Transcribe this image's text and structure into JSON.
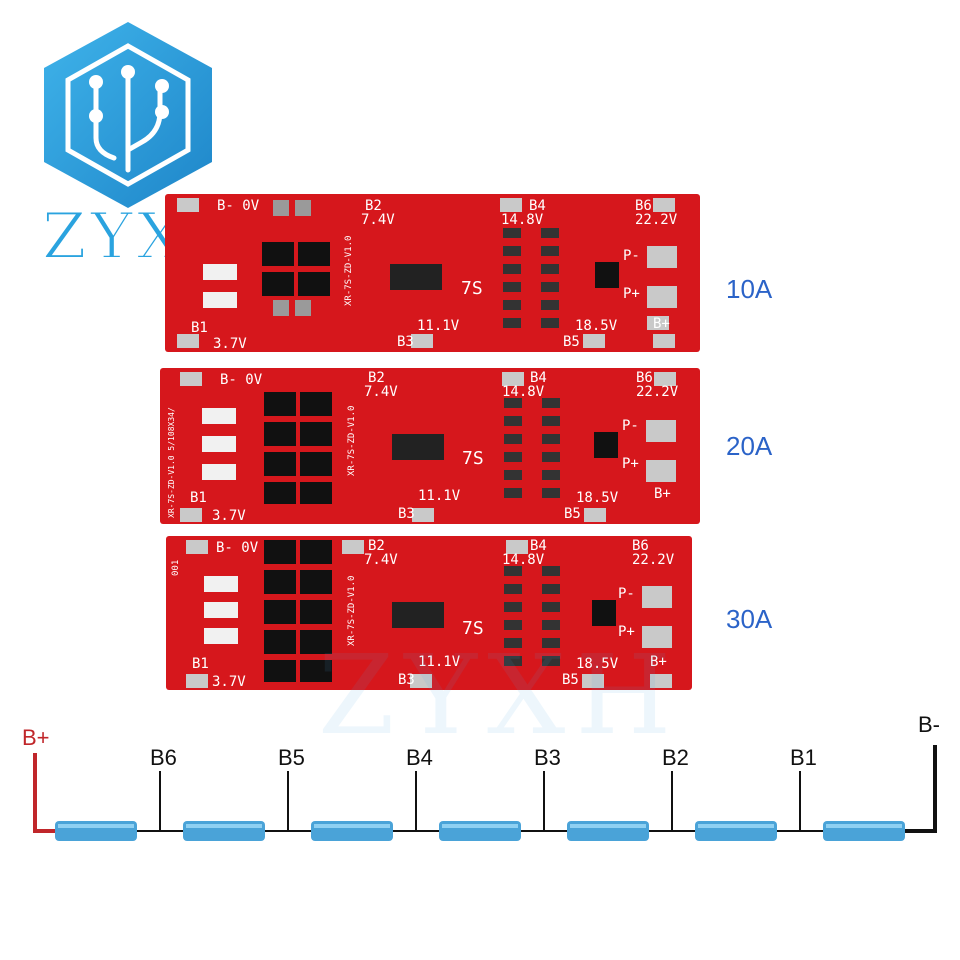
{
  "brand": {
    "name": "ZYXH",
    "watermark": "ZYXH"
  },
  "boards": [
    {
      "rating": "10A",
      "top_labels": [
        "B- 0V",
        "B2",
        "7.4V",
        "B4",
        "14.8V",
        "B6",
        "22.2V"
      ],
      "bottom_labels": [
        "B1",
        "3.7V",
        "B3",
        "11.1V",
        "18.5V",
        "B5"
      ],
      "right_labels": [
        "P-",
        "P+",
        "B+"
      ],
      "chip_mark": "7S",
      "side_text": "",
      "model_text": "XR-7S-ZD-V1.0"
    },
    {
      "rating": "20A",
      "top_labels": [
        "B- 0V",
        "B2",
        "7.4V",
        "B4",
        "14.8V",
        "B6",
        "22.2V"
      ],
      "bottom_labels": [
        "B1",
        "3.7V",
        "B3",
        "11.1V",
        "18.5V",
        "B5"
      ],
      "right_labels": [
        "P-",
        "P+",
        "B+"
      ],
      "chip_mark": "7S",
      "side_text": "XR-7S-ZD-V1.0  5/108X34/",
      "model_text": "XR-7S-ZD-V1.0"
    },
    {
      "rating": "30A",
      "top_labels": [
        "B- 0V",
        "B2",
        "7.4V",
        "B4",
        "14.8V",
        "B6",
        "22.2V"
      ],
      "bottom_labels": [
        "B1",
        "3.7V",
        "B3",
        "11.1V",
        "18.5V",
        "B5"
      ],
      "right_labels": [
        "P-",
        "P+",
        "B+"
      ],
      "chip_mark": "7S",
      "side_text": "001",
      "model_text": "XR-7S-ZD-V1.0"
    }
  ],
  "diagram": {
    "plus_label": "B+",
    "minus_label": "B-",
    "taps": [
      "B6",
      "B5",
      "B4",
      "B3",
      "B2",
      "B1"
    ],
    "cell_count": 7,
    "colors": {
      "plus_wire": "#c0262a",
      "minus_wire": "#111111",
      "cell": "#4aa3d8"
    }
  }
}
